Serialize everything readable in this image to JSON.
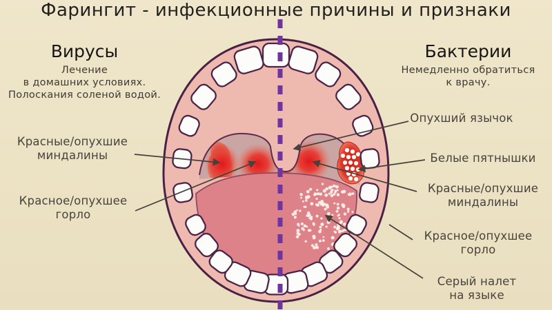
{
  "title": "Фарингит - инфекционные причины и признаки",
  "virus_panel": {
    "heading": "Вирусы",
    "lines": [
      "Лечение",
      "в домашних условиях.",
      "Полоскания соленой водой."
    ]
  },
  "bacteria_panel": {
    "heading": "Бактерии",
    "lines": [
      "Немедленно обратиться",
      "к врачу."
    ]
  },
  "annotations": {
    "left_tonsils": {
      "lines": [
        "Красные/опухшие",
        "миндалины"
      ]
    },
    "left_throat": {
      "lines": [
        "Красное/опухшее",
        "горло"
      ]
    },
    "uvula": {
      "lines": [
        "Опухший язычок"
      ]
    },
    "white_spots": {
      "lines": [
        "Белые пятнышки"
      ]
    },
    "right_tonsils": {
      "lines": [
        "Красные/опухшие",
        "миндалины"
      ]
    },
    "right_throat": {
      "lines": [
        "Красное/опухшее",
        "горло"
      ]
    },
    "tongue_coating": {
      "lines": [
        "Серый налет",
        "на языке"
      ]
    }
  },
  "colors": {
    "background": "#ece3c6",
    "divider_purple": "#70349c",
    "outline_plum": "#4a2145",
    "mouth_pink": "#eebab0",
    "tongue_pink": "#de8289",
    "palate_gray": "#c9a6a3",
    "inflamed_red": "#e41c1c",
    "leader_line": "#46413b"
  }
}
